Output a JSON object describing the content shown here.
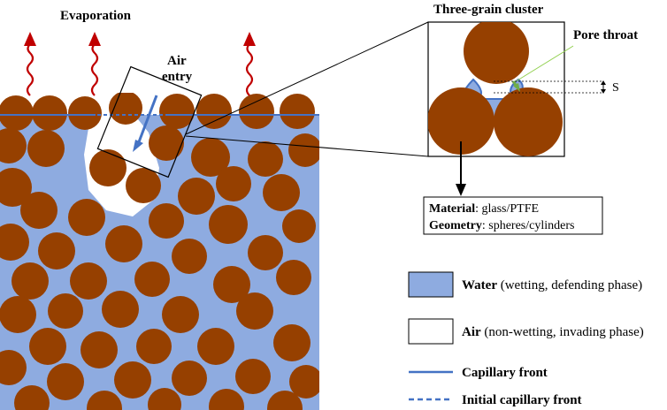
{
  "labels": {
    "evaporation": "Evaporation",
    "air_entry_line1": "Air",
    "air_entry_line2": "entry",
    "three_grain_cluster": "Three-grain cluster",
    "pore_throat": "Pore throat",
    "s_symbol": "S"
  },
  "info_box": {
    "material_key": "Material",
    "material_value": ": glass/PTFE",
    "geometry_key": "Geometry",
    "geometry_value": ": spheres/cylinders"
  },
  "legend": {
    "items": [
      {
        "key": "Water",
        "rest": " (wetting, defending phase)"
      },
      {
        "key": "Air",
        "rest": " (non-wetting, invading phase)"
      },
      {
        "key": "Capillary front",
        "rest": ""
      },
      {
        "key": "Initial capillary front",
        "rest": ""
      }
    ]
  },
  "colors": {
    "grain": "#964000",
    "water": "#8eabe0",
    "front": "#4472c4",
    "evaporation_arrow": "#c00000",
    "pore_throat_arrow": "#70ad47",
    "pore_throat_leader": "#92d050",
    "outline": "#000000"
  },
  "icons": [
    "wavy-evaporation-arrow-icon",
    "air-entry-arrow-icon",
    "pore-throat-arrow-icon",
    "s-dimension-arrow-icon"
  ]
}
